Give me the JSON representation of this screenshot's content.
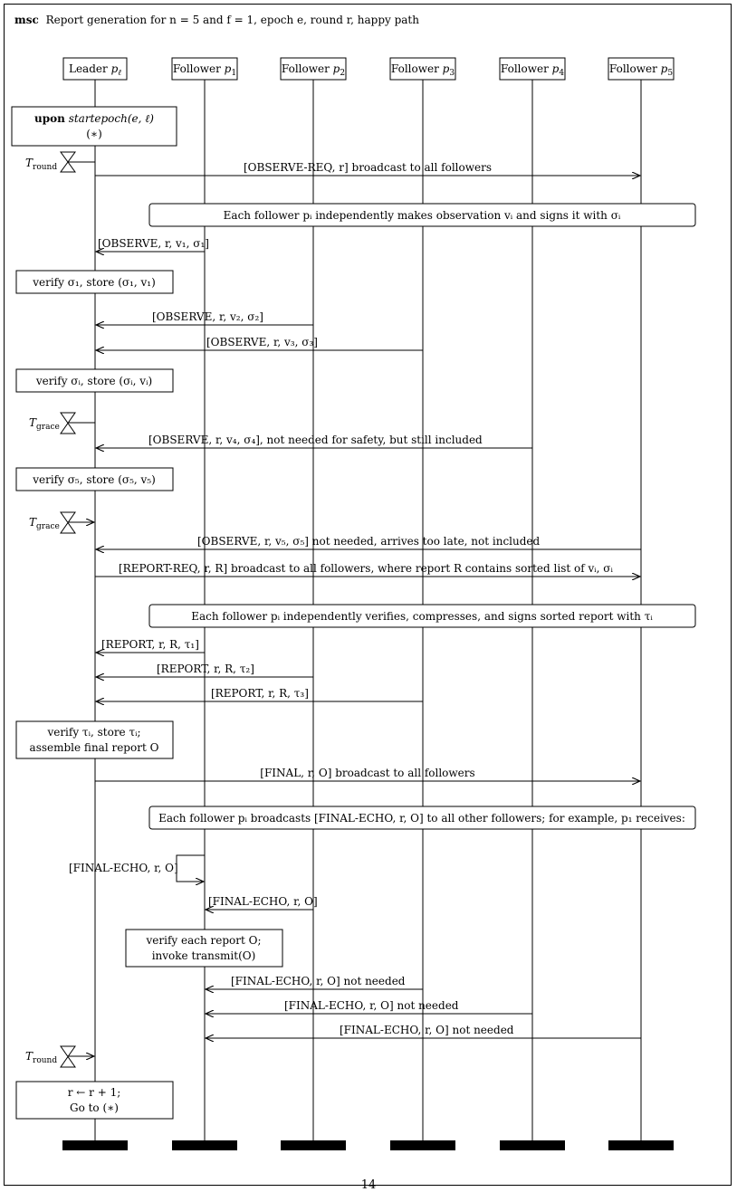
{
  "title": {
    "keyword": "msc",
    "text": "Report generation for n = 5 and f = 1, epoch e, round r, happy path"
  },
  "participants": [
    {
      "role": "Leader",
      "name": "p",
      "sub": "ℓ"
    },
    {
      "role": "Follower",
      "name": "p",
      "sub": "1"
    },
    {
      "role": "Follower",
      "name": "p",
      "sub": "2"
    },
    {
      "role": "Follower",
      "name": "p",
      "sub": "3"
    },
    {
      "role": "Follower",
      "name": "p",
      "sub": "4"
    },
    {
      "role": "Follower",
      "name": "p",
      "sub": "5"
    }
  ],
  "upon_box": {
    "line1_kw": "upon",
    "line1_rest": "startepoch(e, ℓ)",
    "line2": "(∗)"
  },
  "timers": {
    "round": "T",
    "round_sub": "round",
    "grace": "T",
    "grace_sub": "grace"
  },
  "notes": {
    "observe": "Each follower pᵢ independently makes observation vᵢ and signs it with σᵢ",
    "report": "Each follower pᵢ independently verifies, compresses, and signs sorted report with τᵢ",
    "echo": "Each follower pᵢ broadcasts [FINAL-ECHO, r, O] to all other followers; for example, p₁ receives:"
  },
  "actions": {
    "verify1": "verify σ₁, store (σ₁, v₁)",
    "verifyi": "verify σᵢ, store (σᵢ, vᵢ)",
    "verify5": "verify σ₅, store (σ₅, v₅)",
    "verify_tau_1": "verify τᵢ, store τᵢ;",
    "verify_tau_2": "assemble final report O",
    "verify_report_1": "verify each report O;",
    "verify_report_2": "invoke transmit(O)",
    "next_1": "r ← r + 1;",
    "next_2": "Go to (∗)"
  },
  "messages": {
    "observe_req": "[OBSERVE-REQ, r] broadcast to all followers",
    "observe1": "[OBSERVE, r, v₁, σ₁]",
    "observe2": "[OBSERVE, r, v₂, σ₂]",
    "observe3": "[OBSERVE, r, v₃, σ₃]",
    "observe4": "[OBSERVE, r, v₄, σ₄], not needed for safety, but still included",
    "observe5": "[OBSERVE, r, v₅, σ₅] not needed, arrives too late, not included",
    "report_req": "[REPORT-REQ, r, R] broadcast to all followers, where report R contains sorted list of vᵢ, σᵢ",
    "report1": "[REPORT, r, R, τ₁]",
    "report2": "[REPORT, r, R, τ₂]",
    "report3": "[REPORT, r, R, τ₃]",
    "final": "[FINAL, r, O] broadcast to all followers",
    "echo_self": "[FINAL-ECHO, r, O]",
    "echo2": "[FINAL-ECHO, r, O]",
    "echo3": "[FINAL-ECHO, r, O] not needed",
    "echo4": "[FINAL-ECHO, r, O] not needed",
    "echo5": "[FINAL-ECHO, r, O] not needed"
  },
  "page_number": "14"
}
